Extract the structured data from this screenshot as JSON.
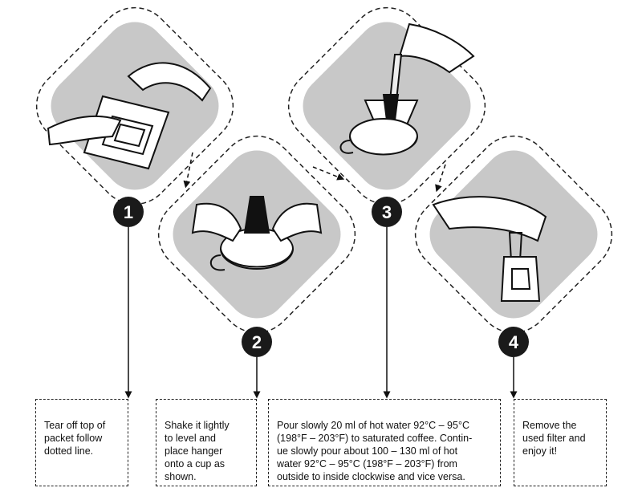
{
  "steps": [
    {
      "number": "1",
      "caption": "Tear off top of\npacket follow\ndotted line."
    },
    {
      "number": "2",
      "caption": "Shake it lightly\nto level and\nplace hanger\nonto a cup as\nshown."
    },
    {
      "number": "3",
      "caption": "Pour slowly 20 ml of hot water 92°C – 95°C\n(198°F – 203°F) to saturated coffee. Contin-\nue slowly pour about 100 – 130 ml of hot\nwater 92°C – 95°C (198°F – 203°F) from\noutside to inside clockwise and vice versa."
    },
    {
      "number": "4",
      "caption": "Remove the\nused filter and\nenjoy it!"
    }
  ],
  "colors": {
    "panel_fill": "#c8c8c8",
    "badge": "#1a1a1a",
    "line": "#111111"
  },
  "icons": [
    "tear-packet-illustration",
    "hang-filter-illustration",
    "pour-water-illustration",
    "remove-filter-illustration"
  ]
}
